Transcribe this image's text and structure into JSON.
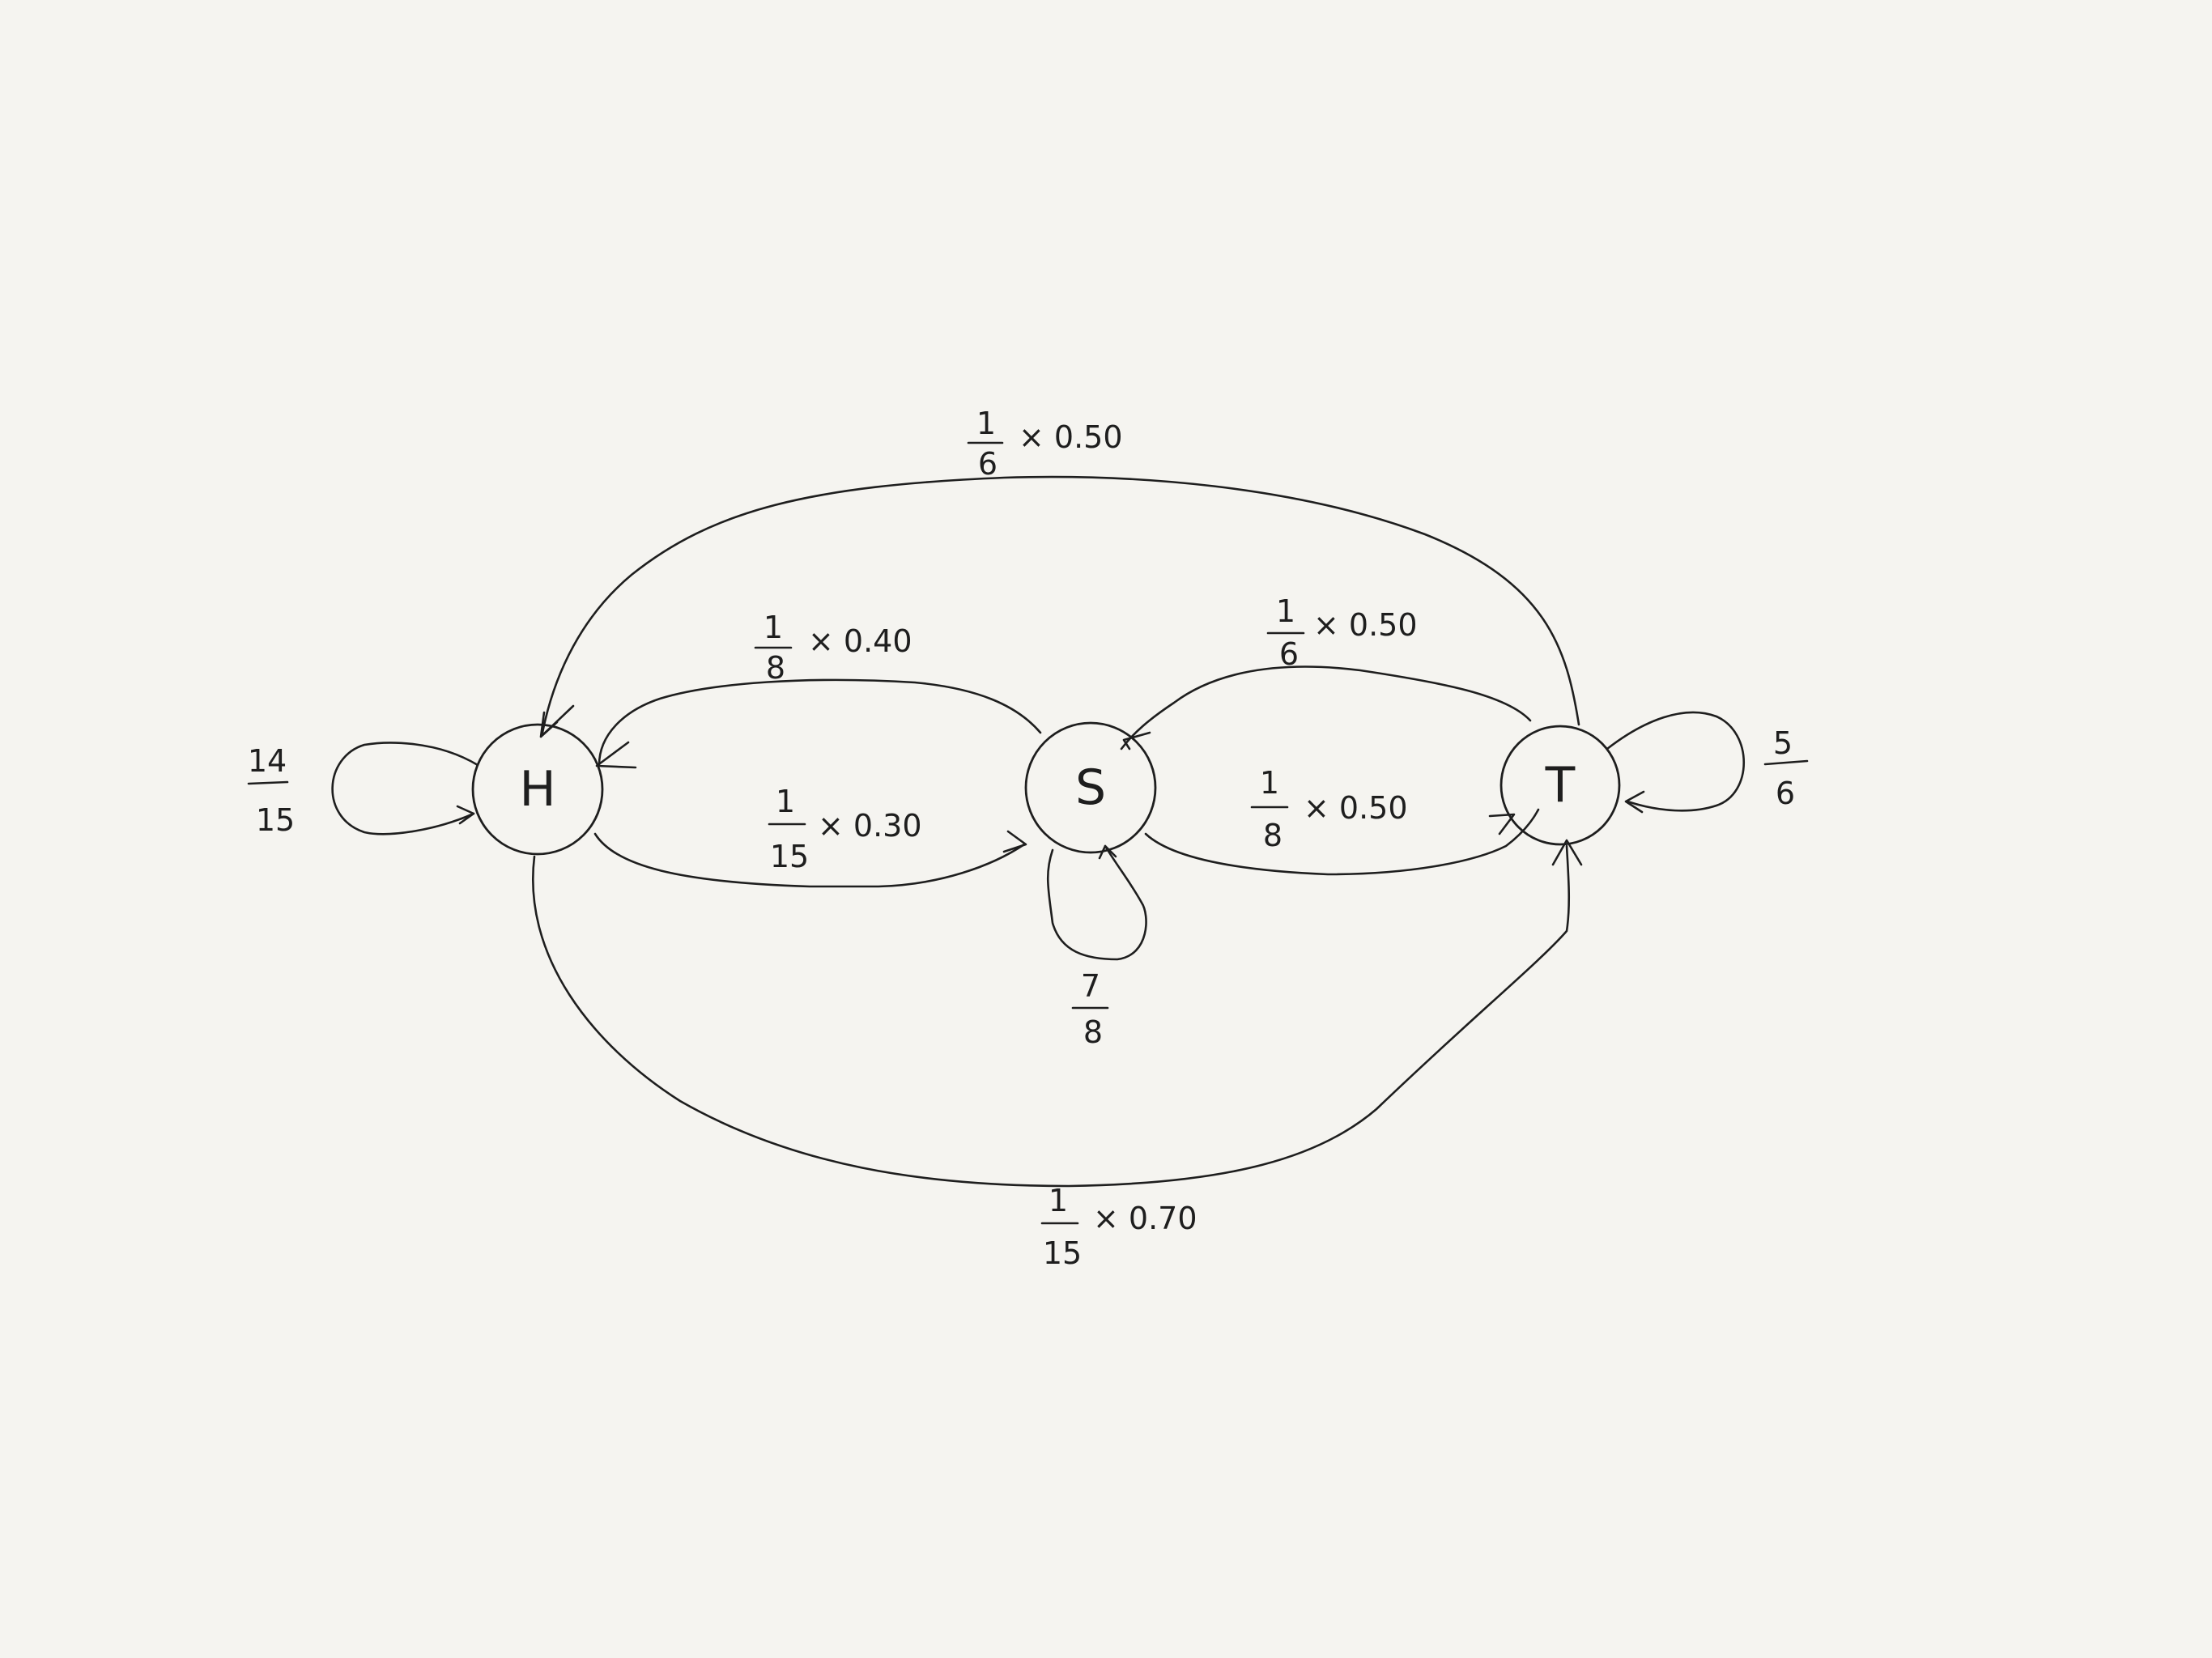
{
  "diagram": {
    "nodes": [
      {
        "id": "H",
        "label": "H"
      },
      {
        "id": "S",
        "label": "S"
      },
      {
        "id": "T",
        "label": "T"
      }
    ],
    "edges": [
      {
        "from": "T",
        "to": "H",
        "num": "1",
        "den": "6",
        "factor": "× 0.50"
      },
      {
        "from": "S",
        "to": "H",
        "num": "1",
        "den": "8",
        "factor": "× 0.40"
      },
      {
        "from": "T",
        "to": "S",
        "num": "1",
        "den": "6",
        "factor": "× 0.50"
      },
      {
        "from": "H",
        "to": "S",
        "num": "1",
        "den": "15",
        "factor": "× 0.30"
      },
      {
        "from": "S",
        "to": "T",
        "num": "1",
        "den": "8",
        "factor": "× 0.50"
      },
      {
        "from": "H",
        "to": "T",
        "num": "1",
        "den": "15",
        "factor": "× 0.70"
      }
    ],
    "self_loops": [
      {
        "node": "H",
        "num": "14",
        "den": "15"
      },
      {
        "node": "S",
        "num": "7",
        "den": "8"
      },
      {
        "node": "T",
        "num": "5",
        "den": "6"
      }
    ]
  }
}
